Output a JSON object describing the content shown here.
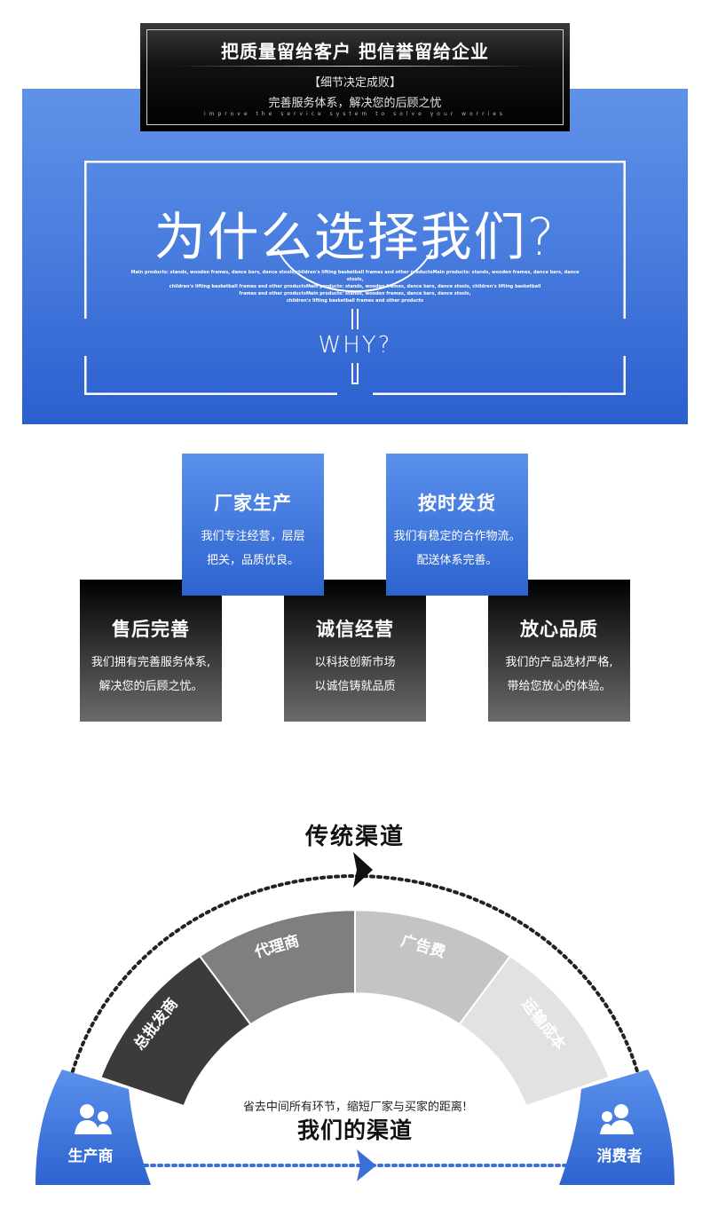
{
  "banner": {
    "headline": "把质量留给客户 把信誉留给企业",
    "tagline": "【细节决定成败】",
    "subtitle": "完善服务体系，解决您的后顾之忧",
    "english": "improve the service system to solve your worries"
  },
  "why": {
    "title": "为什么选择我们?",
    "small_lines": [
      "Main products: stands, wooden frames, dance bars, dance stools,children's lifting basketball frames and other productsMain products: stands, wooden frames, dance bars, dance stools,",
      "children's lifting basketball frames and other productsMain products: stands, wooden frames, dance bars, dance stools, children's lifting basketball",
      "frames and other productsMain products: stands, wooden frames, dance bars, dance stools,",
      "children's lifting basketball frames and other products"
    ],
    "english": "WHY?"
  },
  "cards": {
    "factory": {
      "title": "厂家生产",
      "desc": "我们专注经营，层层\n把关，品质优良。"
    },
    "delivery": {
      "title": "按时发货",
      "desc": "我们有稳定的合作物流。\n配送体系完善。"
    },
    "aftersale": {
      "title": "售后完善",
      "desc": "我们拥有完善服务体系,\n解决您的后顾之忧。"
    },
    "integrity": {
      "title": "诚信经营",
      "desc": "以科技创新市场\n以诚信铸就品质"
    },
    "quality": {
      "title": "放心品质",
      "desc": "我们的产品选材严格,\n带给您放心的体验。"
    }
  },
  "channels": {
    "traditional_title": "传统渠道",
    "segments": [
      "总批发商",
      "代理商",
      "广告费",
      "运输成本"
    ],
    "producer": "生产商",
    "consumer": "消费者",
    "note": "省去中间所有环节，缩短厂家与买家的距离!",
    "ours_title": "我们的渠道"
  },
  "colors": {
    "blue_top": "#5f93e8",
    "blue_bottom": "#2a5fcf",
    "seg1": "#3b3b3b",
    "seg2": "#7f7f7f",
    "seg3": "#c4c4c4",
    "seg4": "#e2e2e2"
  },
  "icons": [
    "users-icon",
    "users-icon",
    "arrow-right-icon"
  ]
}
